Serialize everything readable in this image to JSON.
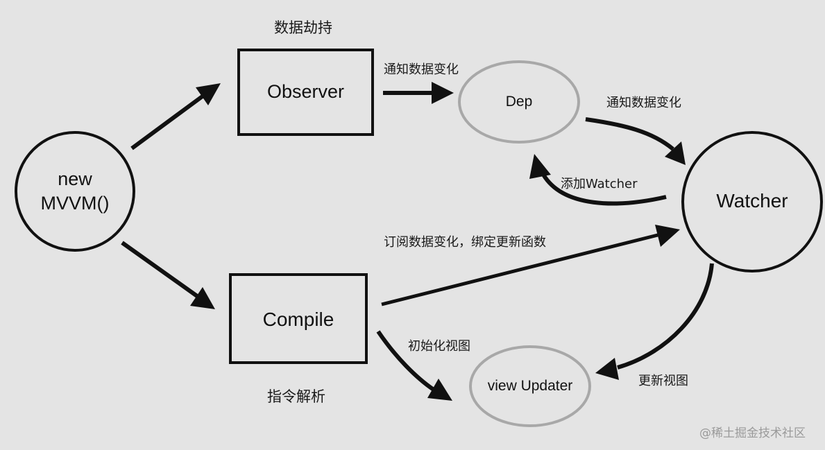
{
  "nodes": {
    "mvvm": {
      "line1": "new",
      "line2": "MVVM()"
    },
    "observer": "Observer",
    "compile": "Compile",
    "dep": "Dep",
    "watcher": "Watcher",
    "updater": "view Updater"
  },
  "labels": {
    "hijack": "数据劫持",
    "notify_to_dep": "通知数据变化",
    "notify_to_watcher": "通知数据变化",
    "add_watcher": "添加Watcher",
    "subscribe": "订阅数据变化，绑定更新函数",
    "init_view": "初始化视图",
    "update_view": "更新视图",
    "parse": "指令解析"
  },
  "watermark": "@稀土掘金技术社区",
  "colors": {
    "background": "#e4e4e4",
    "ink": "#111111",
    "muted_stroke": "#a8a8a8"
  }
}
